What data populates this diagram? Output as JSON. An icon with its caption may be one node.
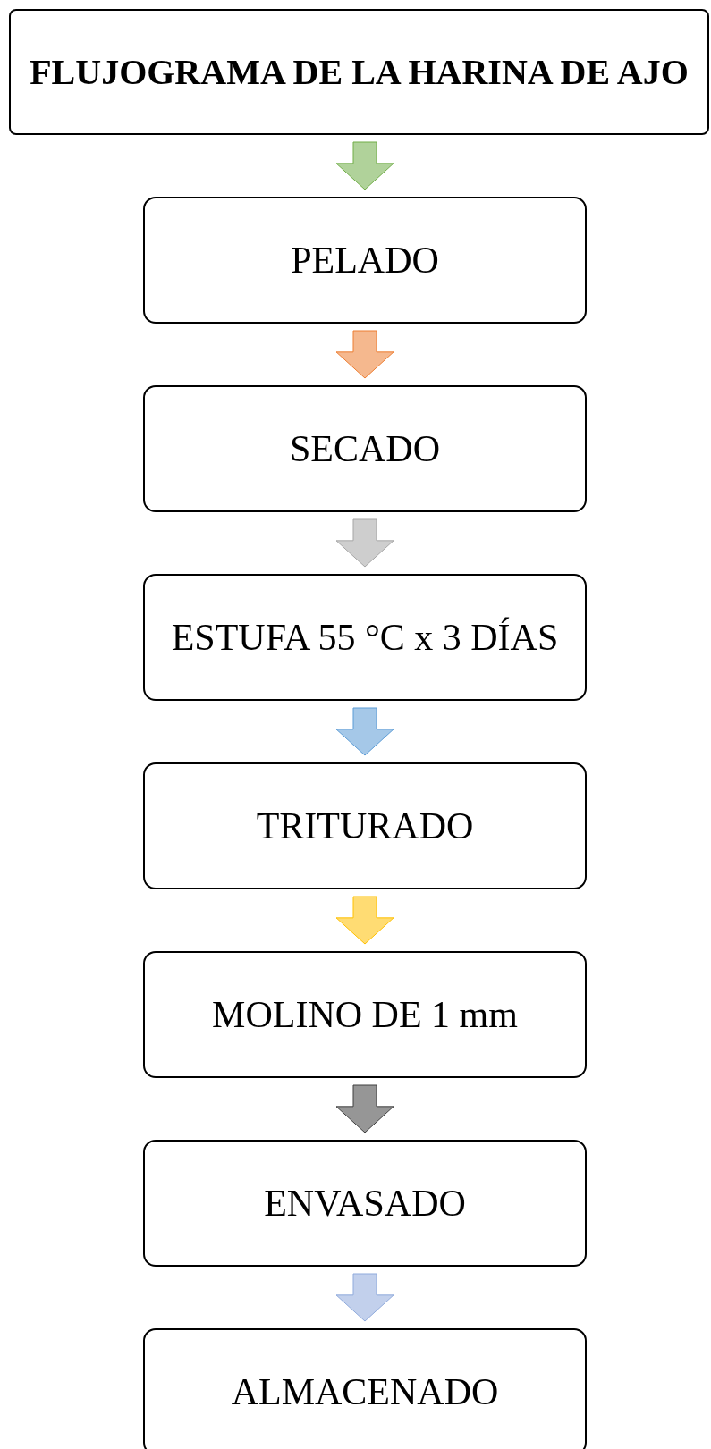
{
  "diagram": {
    "nodes": [
      {
        "text": [
          "FLUJOGRAMA DE LA HARINA DE AJO"
        ]
      },
      {
        "text": [
          "PELADO"
        ]
      },
      {
        "text": [
          "SECADO"
        ]
      },
      {
        "text": [
          "ESTUFA 55 °C x 3 DÍAS"
        ]
      },
      {
        "text": [
          "TRITURADO"
        ]
      },
      {
        "text": [
          "MOLINO DE 1 mm"
        ]
      },
      {
        "text": [
          "ENVASADO"
        ]
      },
      {
        "text": [
          "ALMACENADO"
        ]
      }
    ],
    "edges": [
      {
        "from": 0,
        "to": 1,
        "arrow": "to",
        "color": "#70ad47"
      },
      {
        "from": 1,
        "to": 2,
        "arrow": "to",
        "color": "#ed7d31"
      },
      {
        "from": 2,
        "to": 3,
        "arrow": "to",
        "color": "#a5a5a5"
      },
      {
        "from": 3,
        "to": 4,
        "arrow": "to",
        "color": "#5b9bd5"
      },
      {
        "from": 4,
        "to": 5,
        "arrow": "to",
        "color": "#ffc000"
      },
      {
        "from": 5,
        "to": 6,
        "arrow": "to",
        "color": "#3f3f3f"
      },
      {
        "from": 6,
        "to": 7,
        "arrow": "to",
        "color": "#8faadc"
      }
    ]
  }
}
